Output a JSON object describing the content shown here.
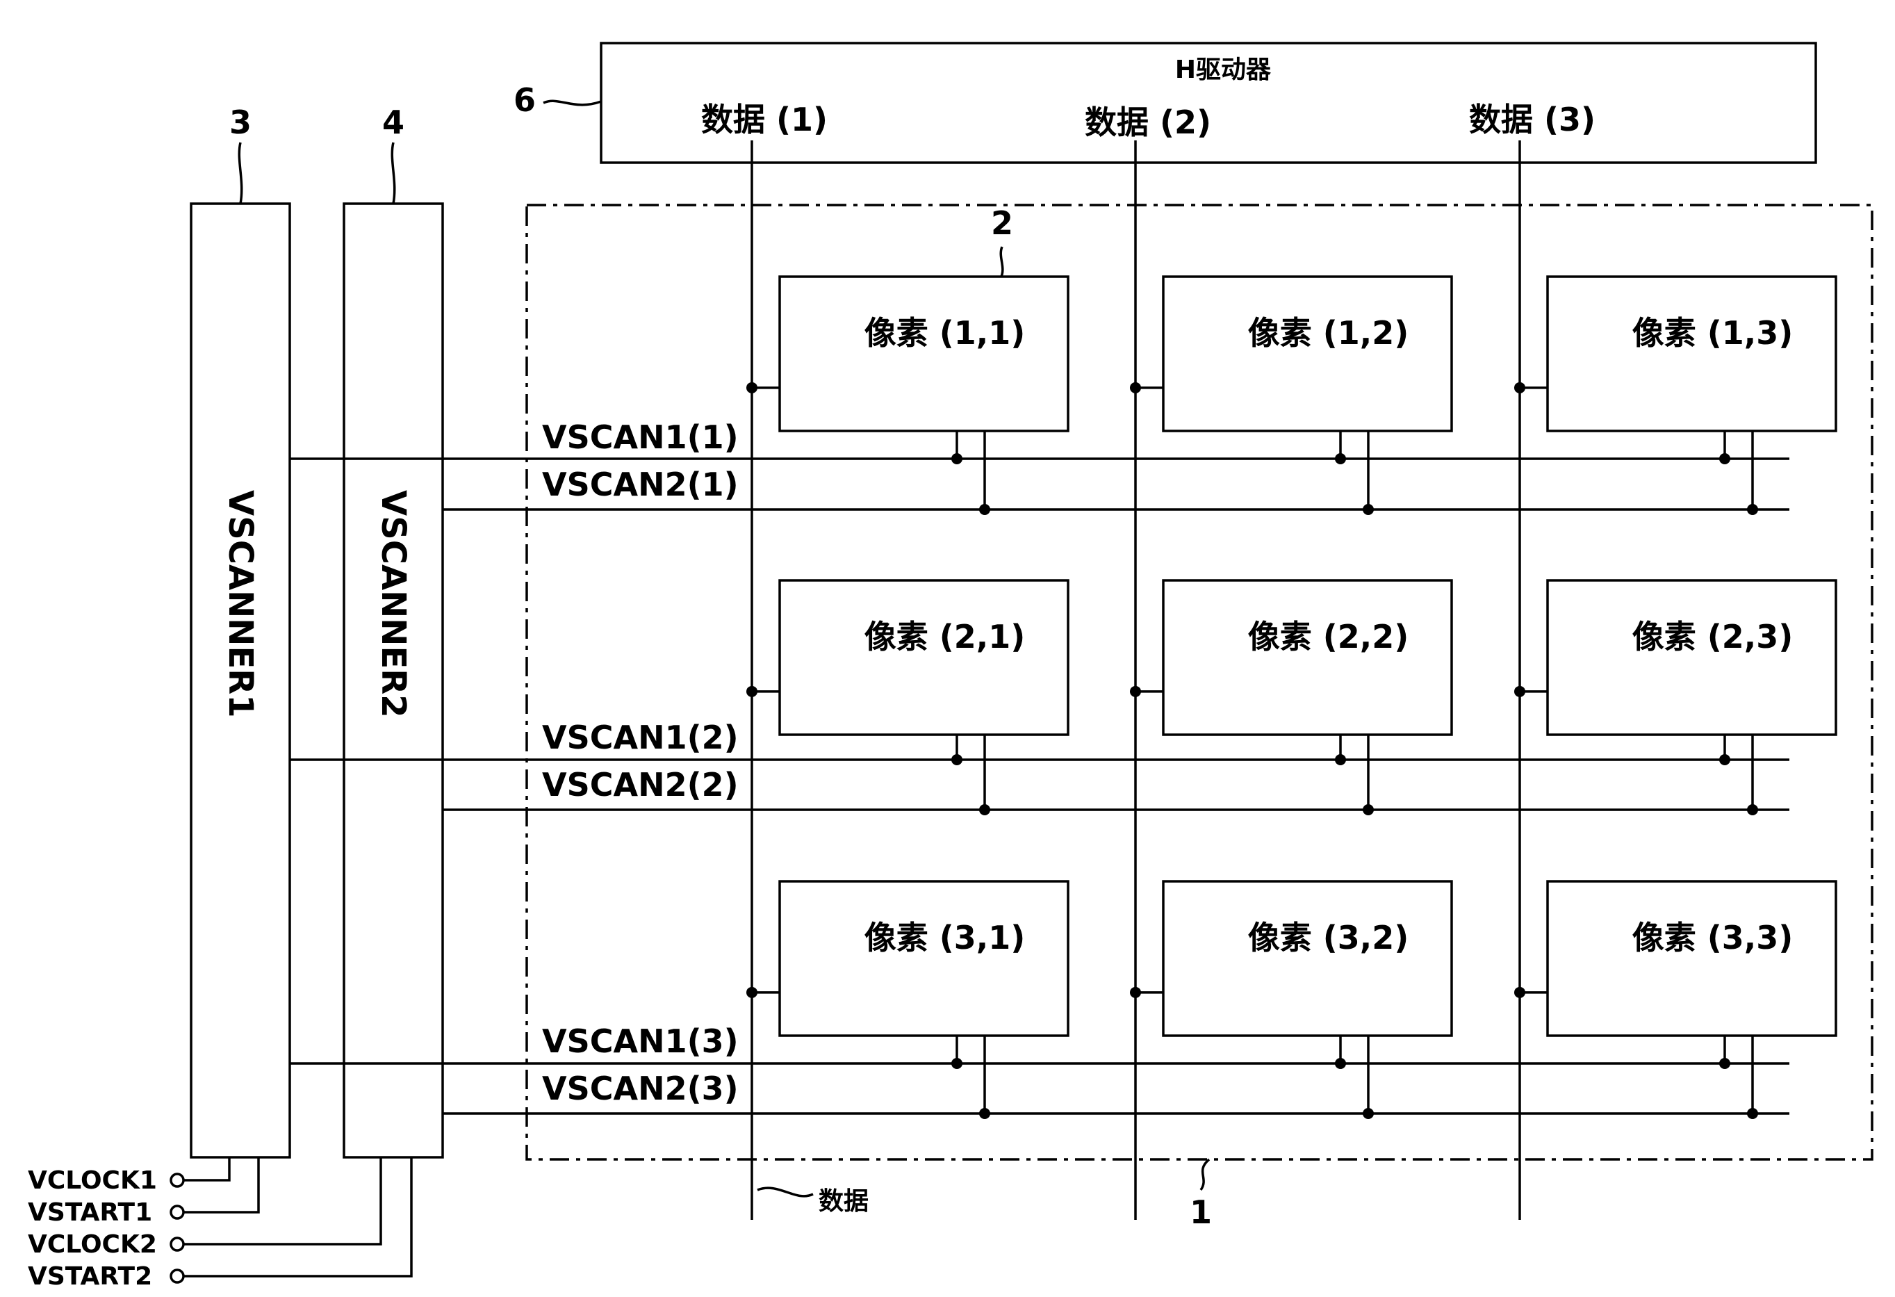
{
  "h_driver": {
    "title": "H驱动器",
    "ref": "6"
  },
  "data_lines": [
    "数据 (1)",
    "数据 (2)",
    "数据 (3)"
  ],
  "data_bottom_label": "数据",
  "vscanner1": {
    "label": "VSCANNER1",
    "ref": "3"
  },
  "vscanner2": {
    "label": "VSCANNER2",
    "ref": "4"
  },
  "array_ref": "1",
  "pixel_ref": "2",
  "pixels": [
    [
      "像素 (1,1)",
      "像素 (1,2)",
      "像素 (1,3)"
    ],
    [
      "像素 (2,1)",
      "像素 (2,2)",
      "像素 (2,3)"
    ],
    [
      "像素 (3,1)",
      "像素 (3,2)",
      "像素 (3,3)"
    ]
  ],
  "scan_lines": [
    {
      "vscan1": "VSCAN1(1)",
      "vscan2": "VSCAN2(1)"
    },
    {
      "vscan1": "VSCAN1(2)",
      "vscan2": "VSCAN2(2)"
    },
    {
      "vscan1": "VSCAN1(3)",
      "vscan2": "VSCAN2(3)"
    }
  ],
  "inputs": [
    "VCLOCK1",
    "VSTART1",
    "VCLOCK2",
    "VSTART2"
  ]
}
